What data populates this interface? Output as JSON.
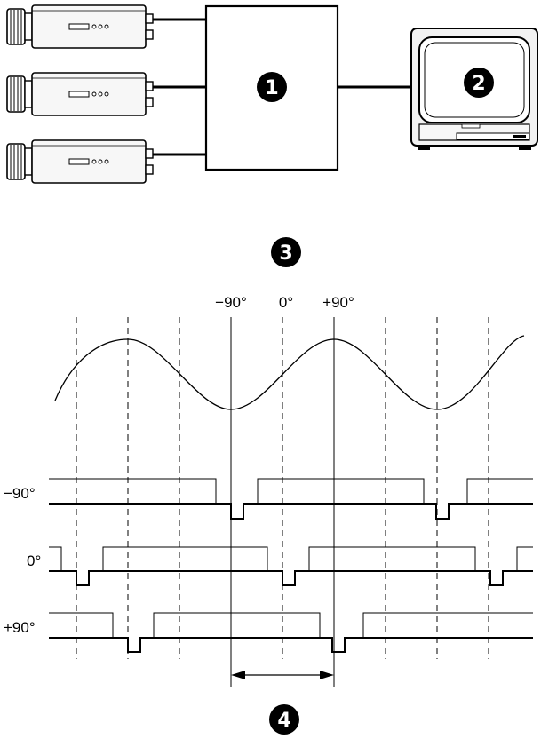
{
  "callouts": [
    "1",
    "2",
    "3",
    "4"
  ],
  "phase_labels": {
    "top": [
      "−90°",
      "0°",
      "+90°"
    ],
    "rows": [
      "−90°",
      "0°",
      "+90°"
    ]
  },
  "colors": {
    "ink": "#000000",
    "paper": "#ffffff",
    "equipment_fill": "#f2f2f2"
  }
}
